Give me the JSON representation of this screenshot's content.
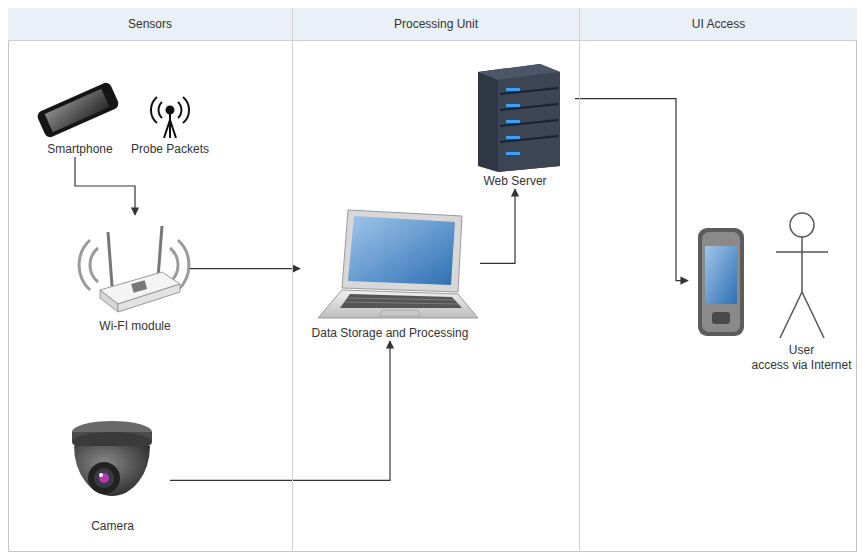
{
  "diagram": {
    "nodes": [
      {
        "text": [
          "Sensors"
        ]
      },
      {
        "text": [
          "Processing Unit"
        ]
      },
      {
        "text": [
          "UI Access"
        ]
      },
      {
        "text": [
          "Smartphone"
        ],
        "in": 0
      },
      {
        "text": [
          "Probe Packets"
        ],
        "in": 0
      },
      {
        "text": [
          "Wi-FI module"
        ],
        "in": 0
      },
      {
        "text": [
          "Camera"
        ],
        "in": 0
      },
      {
        "text": [
          "Web Server"
        ],
        "in": 1
      },
      {
        "text": [
          "Data Storage and Processing"
        ],
        "in": 1
      },
      {
        "text": [
          "User",
          "access via Internet"
        ],
        "in": 2
      }
    ],
    "edges": [
      {
        "from": 3,
        "to": 5,
        "arrow": "to"
      },
      {
        "from": 5,
        "to": 8,
        "arrow": "to"
      },
      {
        "from": 6,
        "to": 8,
        "arrow": "to"
      },
      {
        "from": 8,
        "to": 7,
        "arrow": "to"
      },
      {
        "from": 7,
        "to": 9,
        "arrow": "to"
      }
    ]
  }
}
